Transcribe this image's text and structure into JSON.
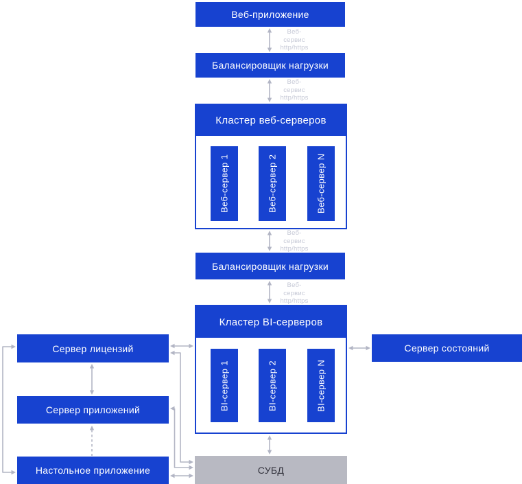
{
  "colors": {
    "primary_blue": "#1742d0",
    "node_text": "#ffffff",
    "connector_gray": "#b2b5c4",
    "edge_label_gray": "#c6c9d6",
    "dbms_fill": "#b8b9c2",
    "dbms_text": "#33333d"
  },
  "nodes": {
    "web_app": "Веб-приложение",
    "load_balancer_1": "Балансировщик нагрузки",
    "web_cluster": "Кластер веб-серверов",
    "web_servers": [
      "Веб-сервер 1",
      "Веб-сервер 2",
      "Веб-сервер N"
    ],
    "load_balancer_2": "Балансировщик нагрузки",
    "bi_cluster": "Кластер BI-серверов",
    "bi_servers": [
      "BI-сервер 1",
      "BI-сервер 2",
      "BI-сервер N"
    ],
    "license_server": "Сервер лицензий",
    "app_server": "Сервер приложений",
    "desktop_app": "Настольное приложение",
    "state_server": "Сервер состояний",
    "dbms": "СУБД"
  },
  "edge_label": {
    "lines": [
      "Веб-",
      "сервис",
      "http/https"
    ]
  }
}
